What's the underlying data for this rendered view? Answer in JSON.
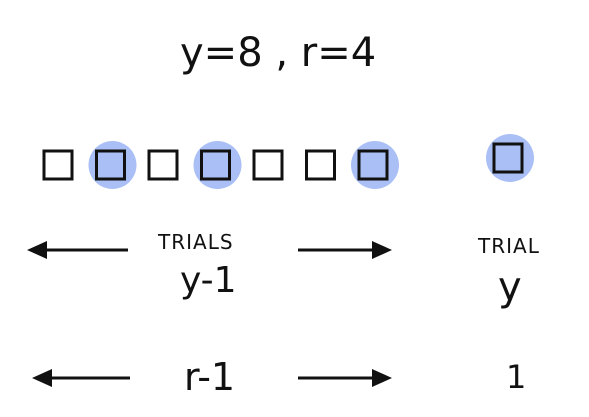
{
  "header": {
    "equation": "y=8 , r=4"
  },
  "trials": {
    "total_before": 7,
    "highlighted_indices": [
      2,
      4,
      7
    ],
    "last_trial_highlighted": true,
    "highlight_color": "#a9bff5",
    "ink_color": "#111111"
  },
  "labels": {
    "trials_word": "TRIALS",
    "trials_count": "y-1",
    "trial_word": "TRIAL",
    "trial_index": "y",
    "successes_before": "r-1",
    "successes_last": "1"
  },
  "icons": {
    "arrow": "double-headed-arrow-icon",
    "trial_box": "square-box-icon"
  }
}
